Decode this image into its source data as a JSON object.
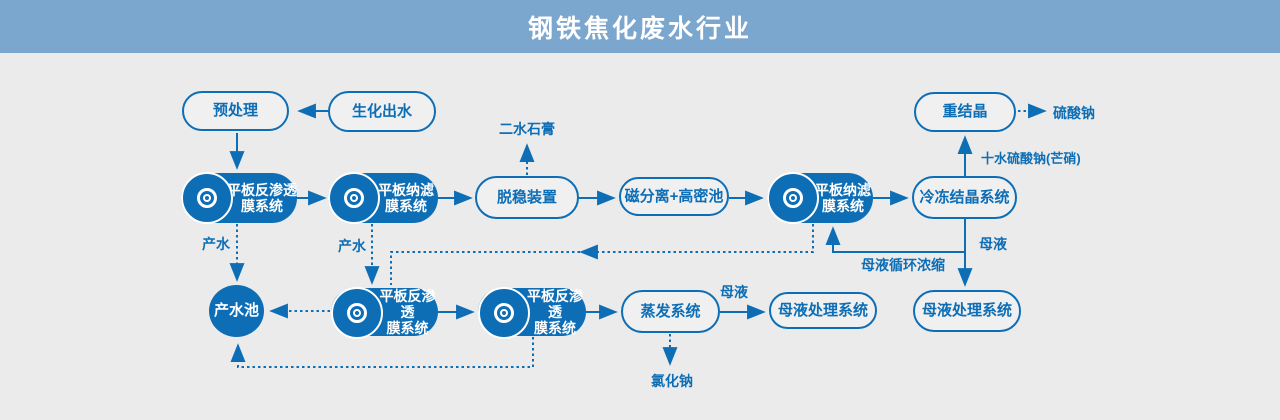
{
  "banner": {
    "title": "钢铁焦化废水行业"
  },
  "colors": {
    "accent_blue": "#0d6eb6",
    "banner_blue": "#7ba6ce",
    "background": "#ebebeb"
  },
  "nodes": [
    {
      "id": "yuchuli",
      "label": "预处理",
      "type": "pill"
    },
    {
      "id": "shenghua",
      "label": "生化出水",
      "type": "pill"
    },
    {
      "id": "ro1",
      "label": "平板反渗透\n膜系统",
      "type": "solid",
      "icon": "membrane-icon"
    },
    {
      "id": "nf1",
      "label": "平板纳滤\n膜系统",
      "type": "solid",
      "icon": "membrane-icon"
    },
    {
      "id": "tuowen",
      "label": "脱稳装置",
      "type": "pill"
    },
    {
      "id": "cifenli",
      "label": "磁分离+高密池",
      "type": "pill"
    },
    {
      "id": "nf2",
      "label": "平板纳滤\n膜系统",
      "type": "solid",
      "icon": "membrane-icon"
    },
    {
      "id": "lengdong",
      "label": "冷冻结晶系统",
      "type": "pill"
    },
    {
      "id": "chongjiejing",
      "label": "重结晶",
      "type": "pill"
    },
    {
      "id": "chanshuichi",
      "label": "产水池",
      "type": "circle"
    },
    {
      "id": "ro2",
      "label": "平板反渗透\n膜系统",
      "type": "solid",
      "icon": "membrane-icon"
    },
    {
      "id": "ro3",
      "label": "平板反渗透\n膜系统",
      "type": "solid",
      "icon": "membrane-icon"
    },
    {
      "id": "zhengfa",
      "label": "蒸发系统",
      "type": "pill"
    },
    {
      "id": "muye1",
      "label": "母液处理系统",
      "type": "pill"
    },
    {
      "id": "muye2",
      "label": "母液处理系统",
      "type": "pill"
    }
  ],
  "labels": [
    {
      "id": "ershuishigao",
      "text": "二水石膏"
    },
    {
      "id": "liusuanna",
      "text": "硫酸钠"
    },
    {
      "id": "shishui",
      "text": "十水硫酸钠(芒硝)"
    },
    {
      "id": "muye-right",
      "text": "母液"
    },
    {
      "id": "muyexunhuan",
      "text": "母液循环浓缩"
    },
    {
      "id": "chanshui-1",
      "text": "产水"
    },
    {
      "id": "chanshui-2",
      "text": "产水"
    },
    {
      "id": "muye-mid",
      "text": "母液"
    },
    {
      "id": "lvhuana",
      "text": "氯化钠"
    }
  ]
}
